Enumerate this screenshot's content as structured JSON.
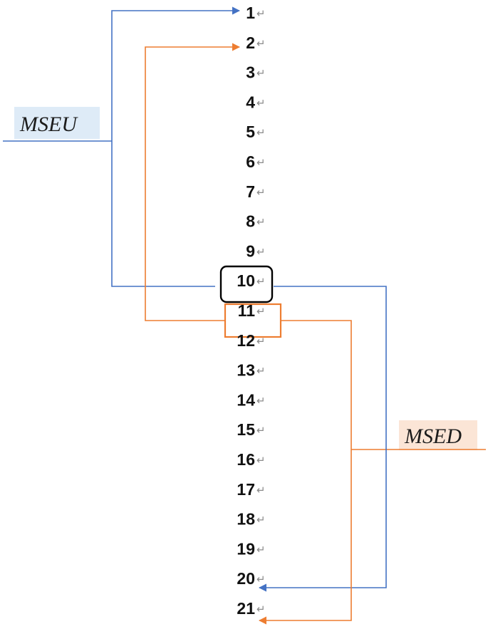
{
  "sequence": [
    "1",
    "2",
    "3",
    "4",
    "5",
    "6",
    "7",
    "8",
    "9",
    "10",
    "11",
    "12",
    "13",
    "14",
    "15",
    "16",
    "17",
    "18",
    "19",
    "20",
    "21"
  ],
  "return_symbol": "↵",
  "current_item": "10",
  "next_item": "11",
  "labels": {
    "upper": "MSEU",
    "lower": "MSED"
  },
  "colors": {
    "upper_line": "#4472c4",
    "lower_line": "#ed7d31",
    "upper_label_bg": "#deebf7",
    "lower_label_bg": "#fbe5d6",
    "current_box": "#000000"
  }
}
